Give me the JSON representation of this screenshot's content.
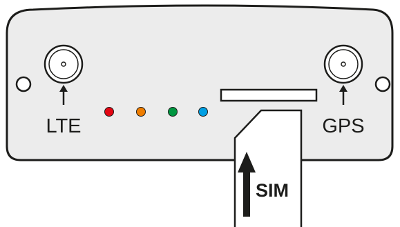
{
  "labels": {
    "lte": "LTE",
    "gps": "GPS",
    "sim": "SIM"
  },
  "leds": [
    {
      "name": "red",
      "color": "#e30613"
    },
    {
      "name": "orange",
      "color": "#ef7d00"
    },
    {
      "name": "green",
      "color": "#009640"
    },
    {
      "name": "blue",
      "color": "#009fe3"
    }
  ],
  "colors": {
    "panel": "#ececec",
    "outline": "#1d1d1b",
    "sim_card": "#ffffff"
  }
}
